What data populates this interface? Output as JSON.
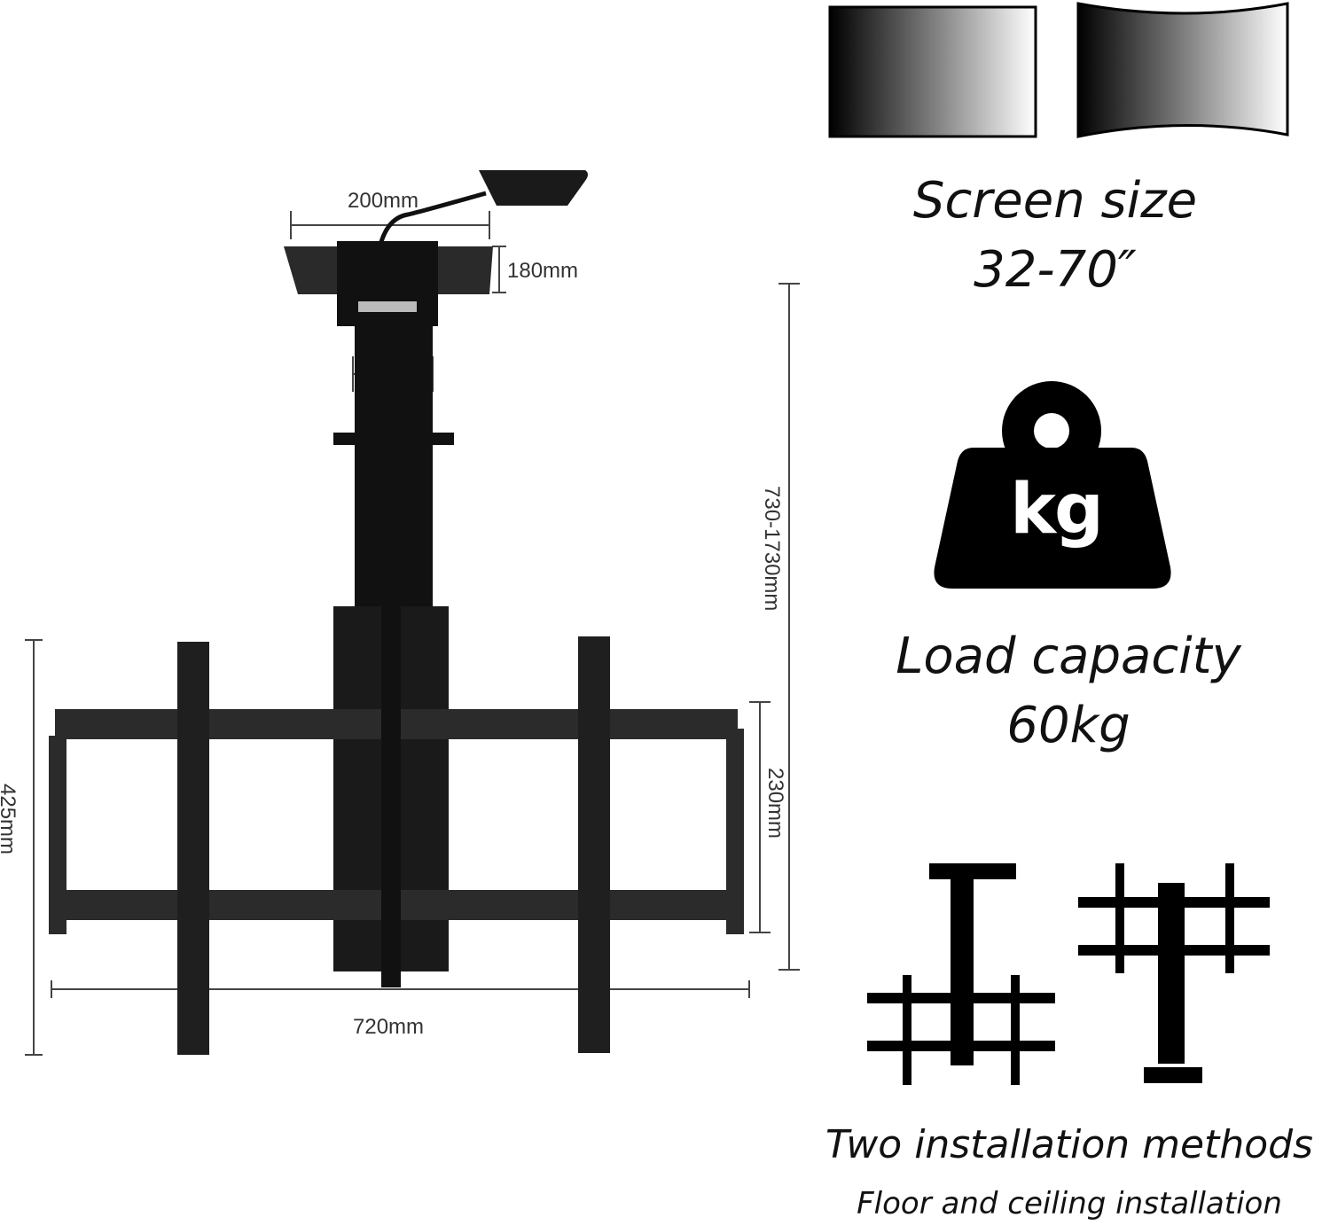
{
  "dimensions": {
    "top_plate_width": "200mm",
    "top_plate_height": "180mm",
    "height_range": "730-1730mm",
    "bracket_height": "230mm",
    "total_height": "425mm",
    "bracket_width": "720mm"
  },
  "screen": {
    "title": "Screen size",
    "value": "32-70″"
  },
  "load": {
    "icon_label": "kg",
    "title": "Load capacity",
    "value": "60kg"
  },
  "install": {
    "title": "Two installation methods",
    "subtitle": "Floor and ceiling installation"
  },
  "icons": [
    "flat-screen-icon",
    "curved-screen-icon",
    "weight-icon",
    "ceiling-mount-icon",
    "floor-mount-icon"
  ]
}
